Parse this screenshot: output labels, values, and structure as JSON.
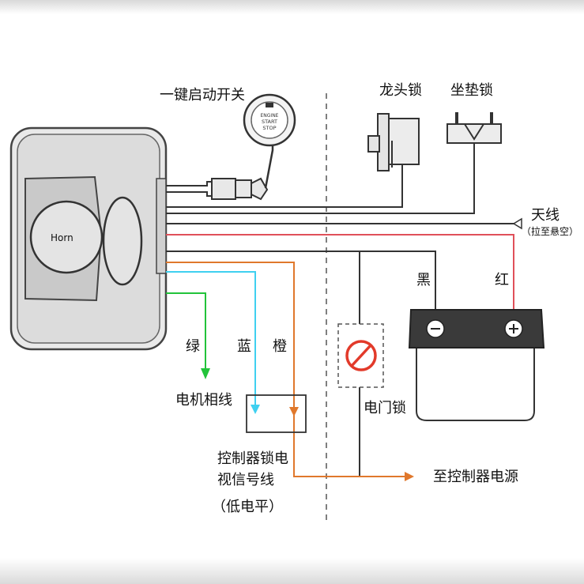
{
  "labels": {
    "one_key_start": "一键启动开关",
    "faucet_lock": "龙头锁",
    "seat_lock": "坐垫锁",
    "antenna": "天线",
    "antenna_note": "（拉至悬空）",
    "black": "黑",
    "red": "红",
    "green": "绿",
    "blue": "蓝",
    "orange": "橙",
    "motor_phase": "电机相线",
    "controller_lock_line1": "控制器锁电",
    "controller_lock_line2": "视信号线",
    "controller_lock_line3": "（低电平）",
    "door_lock": "电门锁",
    "to_controller_power": "至控制器电源",
    "horn": "Horn",
    "switch_line1": "ENGINE",
    "switch_line2": "START",
    "switch_line3": "STOP"
  },
  "colors": {
    "wire_black": "#333333",
    "wire_red": "#e0505a",
    "wire_green": "#22c33a",
    "wire_blue": "#3fd0f0",
    "wire_orange": "#e0782c",
    "device_fill": "#e8e8e8",
    "device_stroke": "#333333",
    "battery_top": "#3a3a3a",
    "no_sign": "#e23a2a"
  }
}
